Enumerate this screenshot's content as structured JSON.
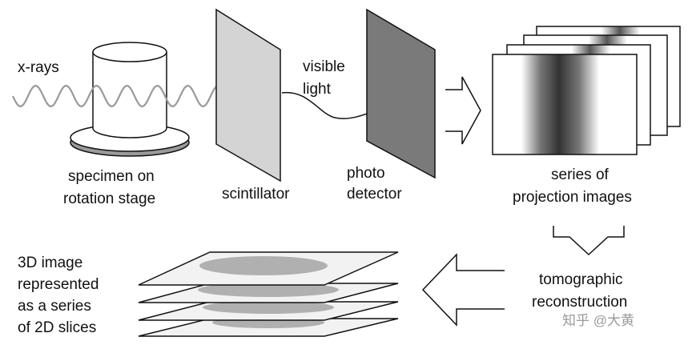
{
  "labels": {
    "xrays": "x-rays",
    "specimen_line1": "specimen on",
    "specimen_line2": "rotation stage",
    "scintillator": "scintillator",
    "visible_line1": "visible",
    "visible_line2": "light",
    "photo_line1": "photo",
    "photo_line2": "detector",
    "series_line1": "series of",
    "series_line2": "projection images",
    "tomo_line1": "tomographic",
    "tomo_line2": "reconstruction",
    "image3d_line1": "3D image",
    "image3d_line2": "represented",
    "image3d_line3": "as a series",
    "image3d_line4": "of 2D slices"
  },
  "watermark": "知乎 @大黄",
  "colors": {
    "scintillator": "#d4d4d4",
    "detector": "#7a7a7a",
    "stage": "#bdbdbd",
    "slice": "#f2f2f2",
    "ellipse": "#b0b0b0"
  }
}
